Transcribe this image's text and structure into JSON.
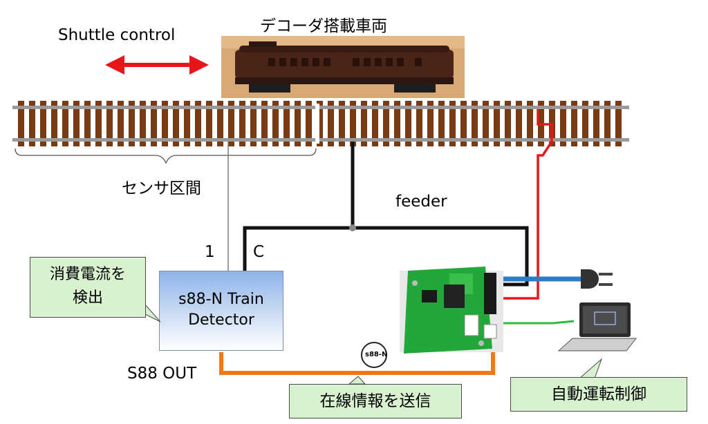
{
  "labels": {
    "shuttle_control": "Shuttle control",
    "decoder_car": "デコーダ搭載車両",
    "sensor_section": "センサ区間",
    "feeder": "feeder",
    "terminal_1": "1",
    "terminal_c": "C",
    "s88_out": "S88 OUT",
    "s88n_logo": "s88-N"
  },
  "detector": {
    "line1": "s88-N Train",
    "line2": "Detector"
  },
  "callouts": {
    "current": "消費電流を\n検出",
    "occupancy": "在線情報を送信",
    "automation": "自動運転制御"
  },
  "colors": {
    "arrow": "#e8161b",
    "rail": "#9a9a9a",
    "sleeper": "#7a3a12",
    "feeder_wire": "#111111",
    "red_wire": "#e8161b",
    "blue_wire": "#2e7cc8",
    "green_wire": "#2dbb3a",
    "orange_wire": "#f07818",
    "callout_fill": "#d8f2cf",
    "detector_fill": "#8fb4e8",
    "board": "#22a83a"
  },
  "icons": [
    "double-arrow-icon",
    "train-car-image",
    "plug-icon",
    "laptop-icon",
    "controller-board-image",
    "s88n-logo-icon"
  ]
}
